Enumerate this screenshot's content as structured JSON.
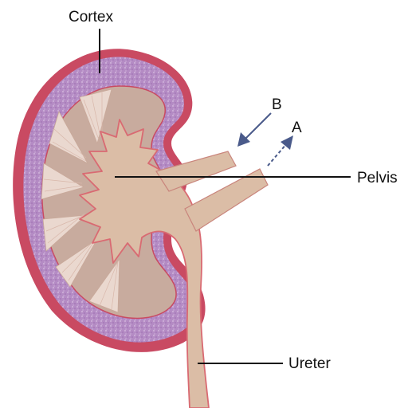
{
  "labels": {
    "cortex": "Cortex",
    "pelvis": "Pelvis",
    "ureter": "Ureter",
    "arrow_a": "A",
    "arrow_b": "B"
  },
  "colors": {
    "capsule": "#c94a62",
    "cortex_fill": "#b48bc4",
    "medulla_fill": "#c8ab9e",
    "pyramid_fill": "#ead8cf",
    "pelvis_fill": "#dbbda6",
    "pelvis_edge": "#d96a72",
    "arrow": "#4a5a8a",
    "leader_line": "#111111"
  }
}
